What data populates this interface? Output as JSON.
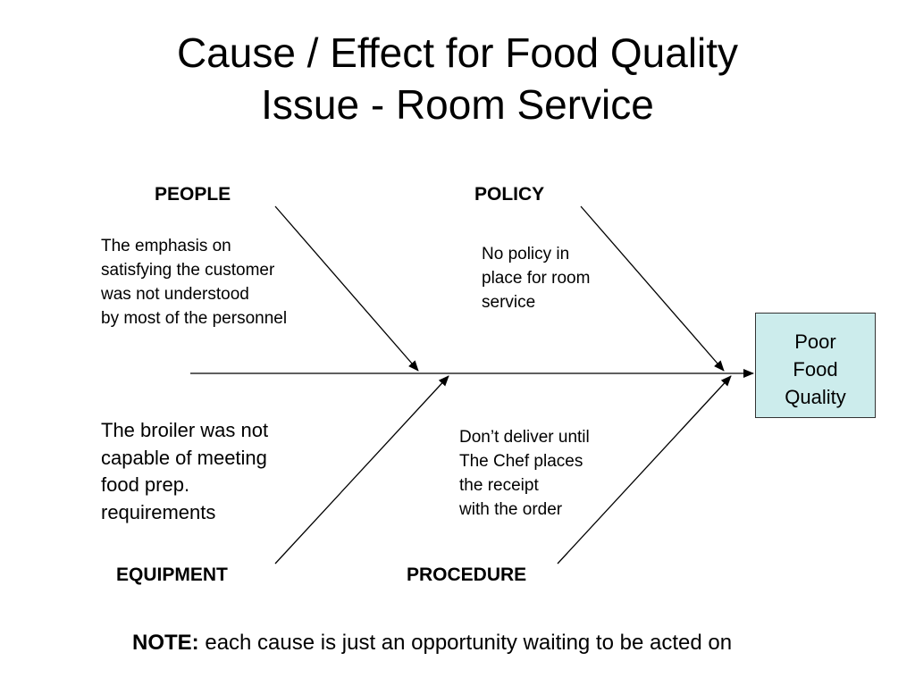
{
  "title": {
    "line1": "Cause / Effect for Food Quality",
    "line2": "Issue - Room Service"
  },
  "categories": {
    "people": "PEOPLE",
    "policy": "POLICY",
    "equipment": "EQUIPMENT",
    "procedure": "PROCEDURE"
  },
  "causes": {
    "people": [
      "The emphasis on",
      "satisfying the customer",
      "was not understood",
      "by most of the personnel"
    ],
    "policy": [
      "No policy in",
      "place for room",
      "service"
    ],
    "equipment": [
      "The broiler was not",
      "capable of meeting",
      "food prep.",
      "requirements"
    ],
    "procedure": [
      "Don’t deliver until",
      "The Chef places",
      "the receipt",
      "with the order"
    ]
  },
  "effect": {
    "lines": [
      "Poor",
      "Food",
      "Quality"
    ],
    "fill_color": "#CCECEC",
    "border_color": "#333333"
  },
  "note": {
    "label": "NOTE:",
    "text": " each cause is just an opportunity waiting to be acted on"
  },
  "line_color": "#000000"
}
